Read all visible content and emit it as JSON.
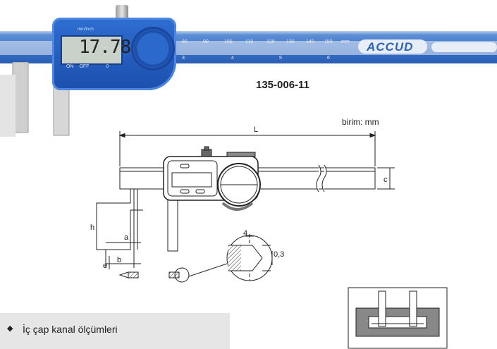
{
  "brand": {
    "name": "ACCUD"
  },
  "display": {
    "reading": "17.78",
    "unit_mark": "mm/inch"
  },
  "buttons": {
    "left": "ON",
    "middle": "OFF",
    "right": "0"
  },
  "ruler": {
    "ticks": [
      "80",
      "90",
      "100",
      "110",
      "120",
      "130",
      "140",
      "150",
      "mm"
    ],
    "inch_ticks": [
      "3",
      "4",
      "5",
      "6"
    ]
  },
  "product": {
    "code": "135-006-11"
  },
  "drawing": {
    "unit_label": "birim: mm",
    "dim_labels": {
      "L": "L",
      "c": "c",
      "h": "h",
      "a": "a",
      "b": "b",
      "e": "e",
      "tip_height": "4",
      "tip_radius": "0,3"
    }
  },
  "feature": {
    "bullet": "◆",
    "text": "İç çap kanal ölçümleri"
  },
  "colors": {
    "brand_blue": "#2f6ed2",
    "scale_blue": "#3a72c8",
    "text": "#222222"
  }
}
